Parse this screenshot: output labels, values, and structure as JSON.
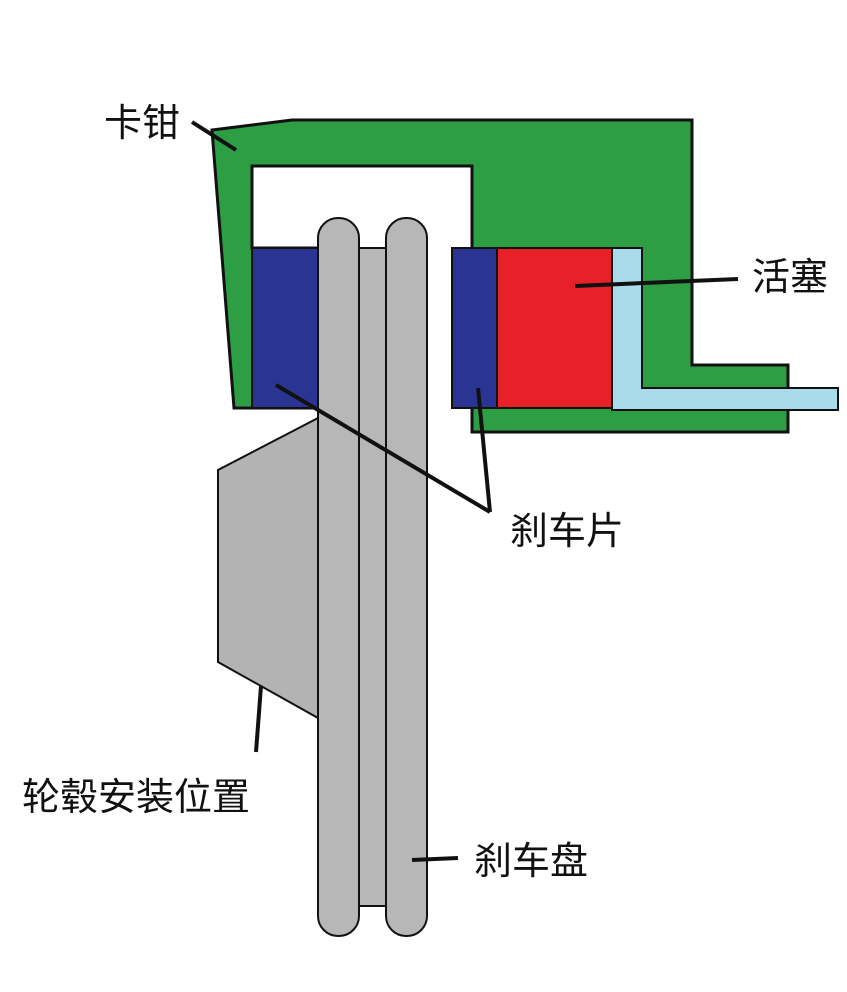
{
  "labels": {
    "caliper": "卡钳",
    "piston": "活塞",
    "brake_pad": "刹车片",
    "hub_mount": "轮毂安装位置",
    "brake_disc": "刹车盘"
  },
  "colors": {
    "caliper": "#2e9e45",
    "pad": "#2a3593",
    "piston": "#e8202a",
    "fluid": "#a9dbeb",
    "disc": "#b7b7b7",
    "hub": "#b3b3b3",
    "outline": "#111111",
    "background": "#ffffff"
  }
}
